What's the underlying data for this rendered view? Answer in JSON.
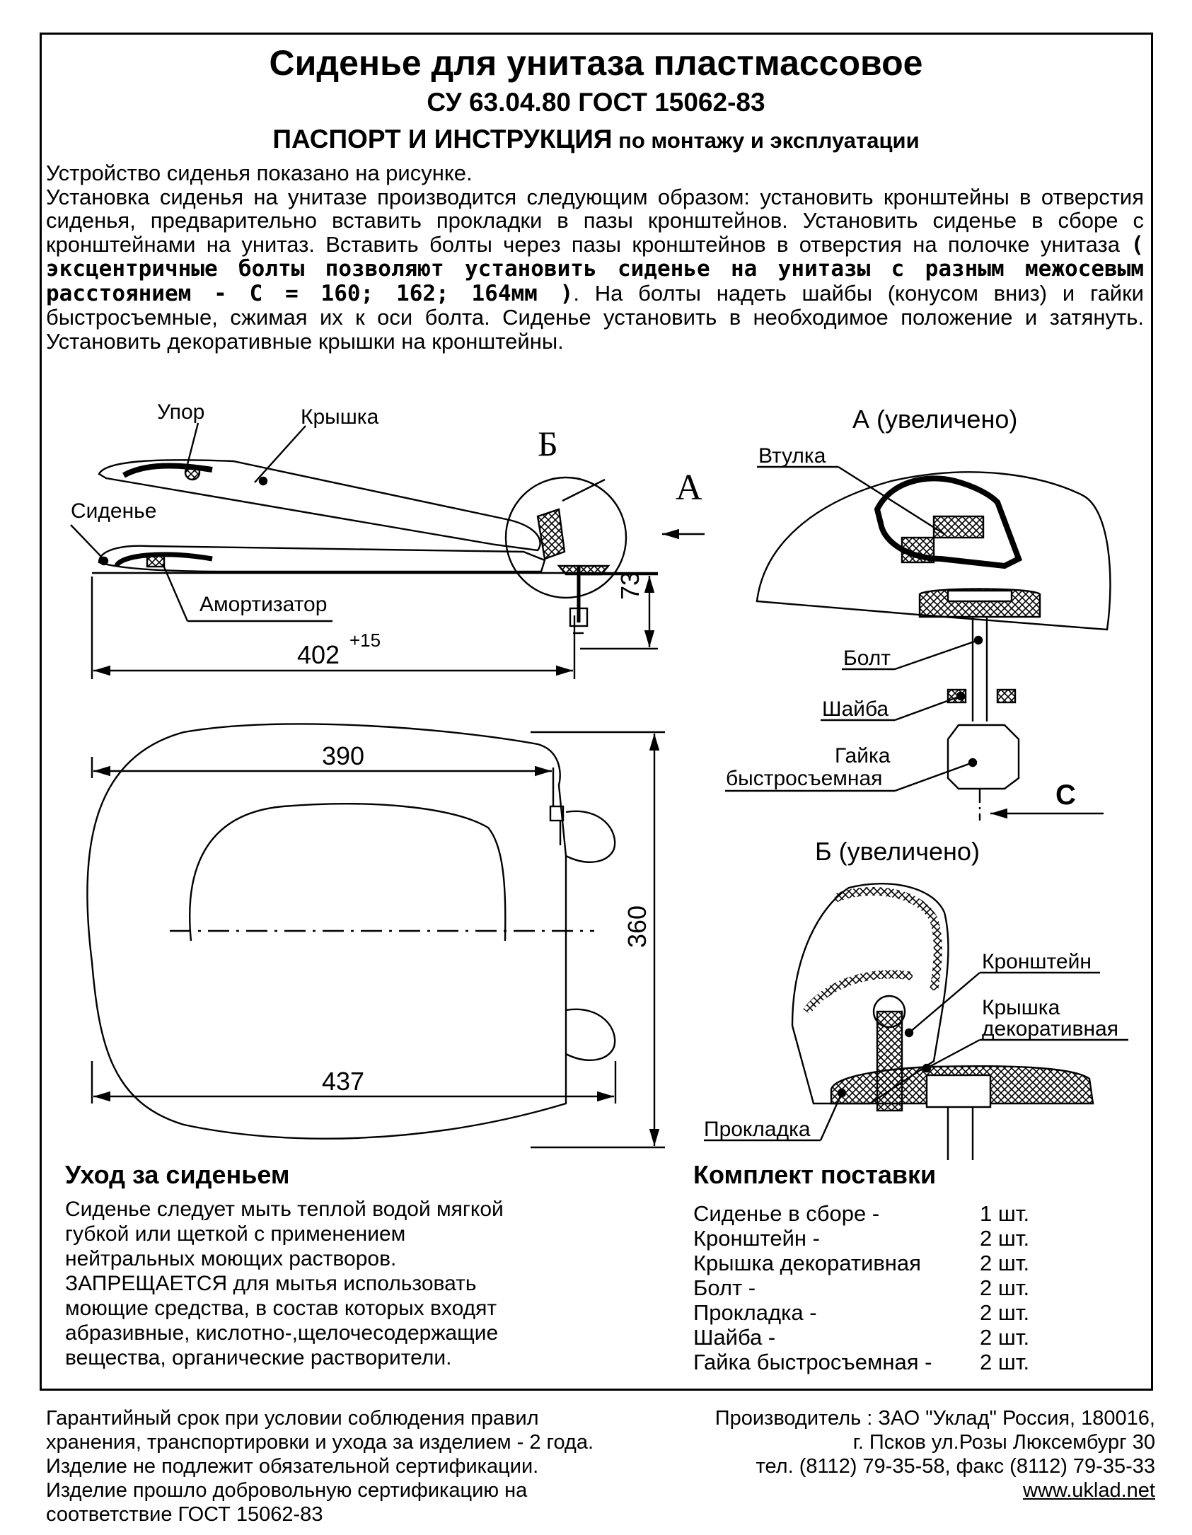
{
  "header": {
    "title": "Сиденье для унитаза пластмассовое",
    "subtitle": "СУ 63.04.80   ГОСТ 15062-83",
    "passport_bold": "ПАСПОРТ И ИНСТРУКЦИЯ",
    "passport_rest": " по монтажу и эксплуатации"
  },
  "intro": {
    "line1": "Устройство сиденья показано на рисунке.",
    "p_a": "Установка сиденья на унитазе производится следующим образом: установить кронштейны в отверстия сиденья, предварительно вставить прокладки в пазы кронштейнов. Установить сиденье в сборе с кронштейнами на унитаз. Вставить болты через пазы кронштейнов в отверстия на полочке унитаза ",
    "p_bold": "( эксцентричные болты позволяют установить сиденье на унитазы с разным межосевым расстоянием - С = 160; 162; 164мм )",
    "p_b": ". На болты надеть шайбы (конусом вниз) и гайки быстросъемные, сжимая их к оси болта. Сиденье установить в необходимое положение и затянуть. Установить декоративные крышки на кронштейны."
  },
  "drawing": {
    "side_labels": {
      "upor": "Упор",
      "kryshka": "Крышка",
      "b_marker": "Б",
      "a_marker": "А",
      "sidenie": "Сиденье",
      "amortizator": "Амортизатор",
      "dim_73": "73",
      "dim_402": "402",
      "dim_402_tol": "+15"
    },
    "top_labels": {
      "dim_390": "390",
      "dim_360": "360",
      "dim_437": "437"
    },
    "detail_a": {
      "title": "А (увеличено)",
      "vtulka": "Втулка",
      "bolt": "Болт",
      "shaiba": "Шайба",
      "gaika_1": "Гайка",
      "gaika_2": "быстросъемная",
      "c_marker": "С"
    },
    "detail_b": {
      "title": "Б (увеличено)",
      "kronshtein": "Кронштейн",
      "kryshka_1": "Крышка",
      "kryshka_2": "декоративная",
      "prokladka": "Прокладка"
    }
  },
  "care": {
    "heading": "Уход за сиденьем",
    "lines": [
      "Сиденье следует мыть теплой водой мягкой",
      "губкой или щеткой с применением",
      "нейтральных моющих растворов.",
      "ЗАПРЕЩАЕТСЯ для мытья использовать",
      "моющие средства, в состав которых входят",
      "абразивные, кислотно-,щелочесодержащие",
      "вещества, органические растворители."
    ]
  },
  "kit": {
    "heading": "Комплект поставки",
    "items": [
      {
        "name": "Сиденье в сборе -",
        "qty": "1 шт."
      },
      {
        "name": "Кронштейн -",
        "qty": "2 шт."
      },
      {
        "name": "Крышка декоративная",
        "qty": "2 шт."
      },
      {
        "name": "Болт -",
        "qty": "2 шт."
      },
      {
        "name": "Прокладка -",
        "qty": "2 шт."
      },
      {
        "name": "Шайба -",
        "qty": "2 шт."
      },
      {
        "name": "Гайка быстросъемная -",
        "qty": "2 шт."
      }
    ]
  },
  "footer": {
    "left": [
      "Гарантийный срок при условии соблюдения правил",
      "хранения, транспортировки и ухода за изделием - 2 года.",
      "Изделие не подлежит обязательной сертификации.",
      "Изделие прошло добровольную сертификацию на",
      "соответствие ГОСТ 15062-83"
    ],
    "right": [
      "Производитель : ЗАО \"Уклад\" Россия, 180016,",
      "г. Псков ул.Розы Люксембург 30",
      "тел. (8112) 79-35-58, факс (8112) 79-35-33",
      "www.uklad.net"
    ]
  }
}
